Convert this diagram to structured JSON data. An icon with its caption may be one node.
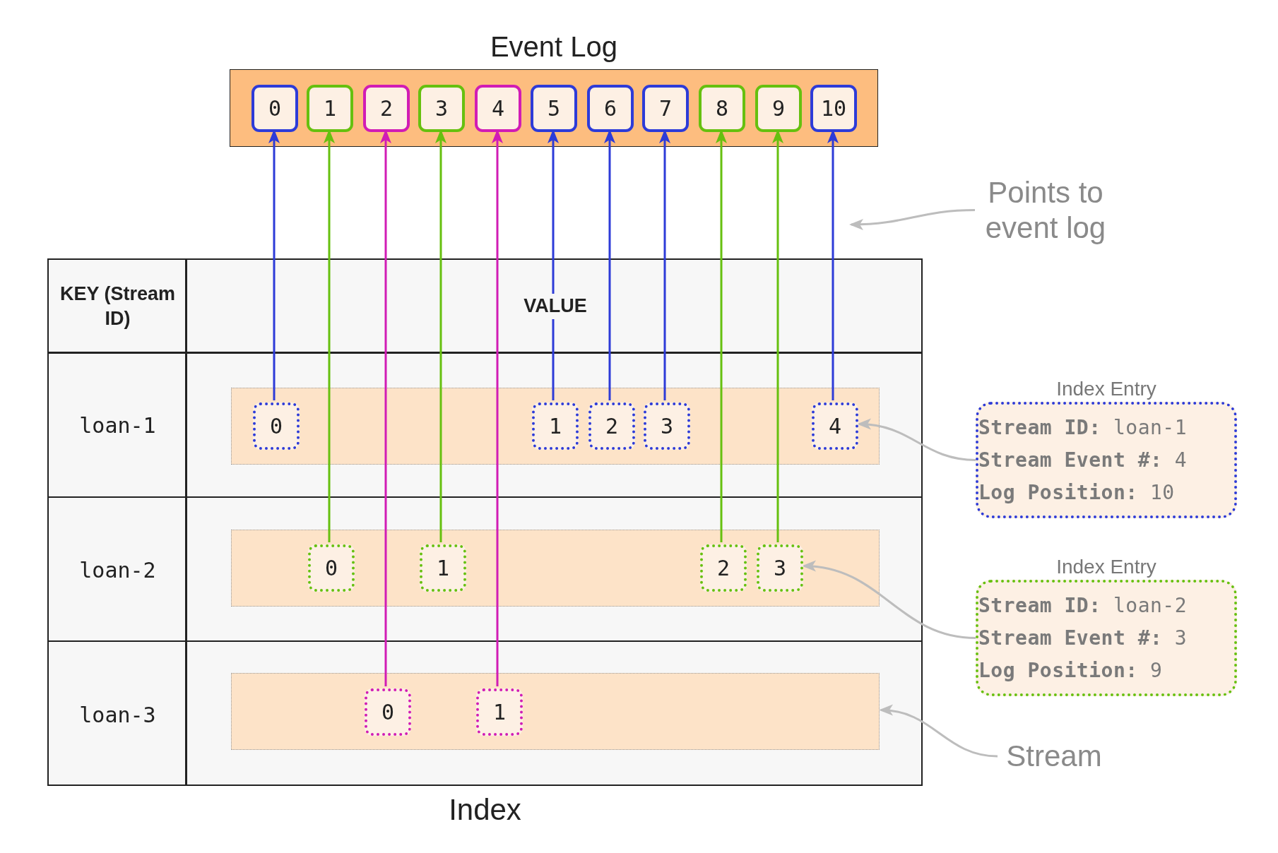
{
  "diagram": {
    "nodes": [
      {
        "text": [
          "Event Log"
        ]
      },
      {
        "text": [
          "0"
        ],
        "in": 0
      },
      {
        "text": [
          "1"
        ],
        "in": 0
      },
      {
        "text": [
          "2"
        ],
        "in": 0
      },
      {
        "text": [
          "3"
        ],
        "in": 0
      },
      {
        "text": [
          "4"
        ],
        "in": 0
      },
      {
        "text": [
          "5"
        ],
        "in": 0
      },
      {
        "text": [
          "6"
        ],
        "in": 0
      },
      {
        "text": [
          "7"
        ],
        "in": 0
      },
      {
        "text": [
          "8"
        ],
        "in": 0
      },
      {
        "text": [
          "9"
        ],
        "in": 0
      },
      {
        "text": [
          "10"
        ],
        "in": 0
      },
      {
        "text": [
          "Points to event log"
        ]
      },
      {
        "text": [
          "Index"
        ]
      },
      {
        "text": [],
        "shape": "bar",
        "in": 13
      },
      {
        "text": [
          "0"
        ],
        "in": 14
      },
      {
        "text": [
          "1"
        ],
        "in": 14
      },
      {
        "text": [
          "2"
        ],
        "in": 14
      },
      {
        "text": [
          "3"
        ],
        "in": 14
      },
      {
        "text": [
          "4"
        ],
        "in": 14
      },
      {
        "text": [
          "Index Entry",
          "**Stream ID:** loan-1",
          "**Stream Event #:** 4",
          "**Log Position:** 10"
        ]
      },
      {
        "text": [],
        "shape": "bar",
        "in": 13
      },
      {
        "text": [
          "0"
        ],
        "in": 21
      },
      {
        "text": [
          "1"
        ],
        "in": 21
      },
      {
        "text": [
          "2"
        ],
        "in": 21
      },
      {
        "text": [
          "3"
        ],
        "in": 21
      },
      {
        "text": [
          "Index Entry",
          "**Stream ID:** loan-2",
          "**Stream Event #:** 3",
          "**Log Position:** 9"
        ]
      },
      {
        "text": [],
        "shape": "bar",
        "in": 13
      },
      {
        "text": [
          "0"
        ],
        "in": 27
      },
      {
        "text": [
          "1"
        ],
        "in": 27
      },
      {
        "text": [
          "Stream"
        ]
      }
    ],
    "edges": [
      {
        "from": 15,
        "to": 1,
        "arrow": "to"
      },
      {
        "from": 22,
        "to": 2,
        "arrow": "to",
        "color": "#66c00f"
      },
      {
        "from": 28,
        "to": 3,
        "arrow": "to",
        "color": "#d11cb5"
      },
      {
        "from": 23,
        "to": 4,
        "arrow": "to",
        "color": "#66c00f"
      },
      {
        "from": 29,
        "to": 5,
        "arrow": "to",
        "color": "#d11cb5"
      },
      {
        "from": 16,
        "to": 6,
        "arrow": "to"
      },
      {
        "from": 17,
        "to": 7,
        "arrow": "to"
      },
      {
        "from": 18,
        "to": 8,
        "arrow": "to"
      },
      {
        "from": 24,
        "to": 9,
        "arrow": "to",
        "color": "#66c00f"
      },
      {
        "from": 25,
        "to": 10,
        "arrow": "to",
        "color": "#66c00f"
      },
      {
        "from": 19,
        "to": 11,
        "arrow": "to"
      },
      {
        "from": 12,
        "to": 13,
        "arrow": "to",
        "color": "#bdbdbd"
      },
      {
        "from": 20,
        "to": 19,
        "arrow": "to",
        "color": "#bdbdbd"
      },
      {
        "from": 26,
        "to": 25,
        "arrow": "to",
        "color": "#bdbdbd"
      },
      {
        "from": 30,
        "to": 27,
        "arrow": "to",
        "color": "#bdbdbd"
      }
    ],
    "labels": [
      "KEY (Stream ID)",
      "VALUE",
      "loan-1",
      "loan-2",
      "loan-3"
    ]
  }
}
